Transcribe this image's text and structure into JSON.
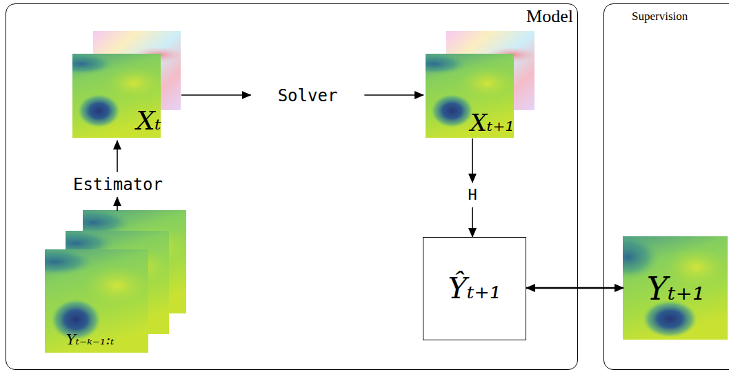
{
  "diagram": {
    "nodes": [
      {
        "text": [
          "Model"
        ]
      },
      {
        "text": [
          "Supervision"
        ]
      },
      {
        "text": [
          "Yₜ₋ₖ₋₁:ₜ"
        ],
        "in": 0
      },
      {
        "text": [
          "Estimator"
        ],
        "in": 0
      },
      {
        "text": [
          "Xₜ"
        ],
        "in": 0
      },
      {
        "text": [
          "Solver"
        ],
        "in": 0
      },
      {
        "text": [
          "Xₜ₊₁"
        ],
        "in": 0
      },
      {
        "text": [
          "H"
        ],
        "in": 0
      },
      {
        "text": [
          "Ŷₜ₊₁"
        ],
        "in": 0
      },
      {
        "text": [
          "Yₜ₊₁"
        ],
        "in": 1
      }
    ],
    "edges": [
      {
        "from": 2,
        "to": 3,
        "arrow": "to"
      },
      {
        "from": 3,
        "to": 4,
        "arrow": "to"
      },
      {
        "from": 4,
        "to": 5,
        "arrow": "to"
      },
      {
        "from": 5,
        "to": 6,
        "arrow": "to"
      },
      {
        "from": 6,
        "to": 7,
        "arrow": "to"
      },
      {
        "from": 7,
        "to": 8,
        "arrow": "to"
      },
      {
        "from": 8,
        "to": 9,
        "arrow": "both"
      }
    ]
  }
}
